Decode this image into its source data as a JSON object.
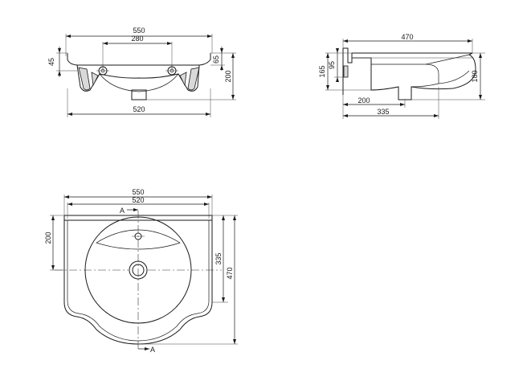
{
  "front_view": {
    "overall_width": "550",
    "tap_hole_spacing": "280",
    "rim_height": "45",
    "back_height": "65",
    "total_height": "200",
    "base_width": "520"
  },
  "side_view": {
    "overall_depth": "470",
    "upper_height": "95",
    "back_height": "165",
    "total_height": "180",
    "drain_offset": "200",
    "bowl_depth": "335"
  },
  "plan_view": {
    "overall_width": "550",
    "inner_width": "520",
    "tap_offset": "200",
    "bowl_depth": "335",
    "overall_depth": "470",
    "section_mark_top": "A",
    "section_mark_bottom": "A"
  }
}
